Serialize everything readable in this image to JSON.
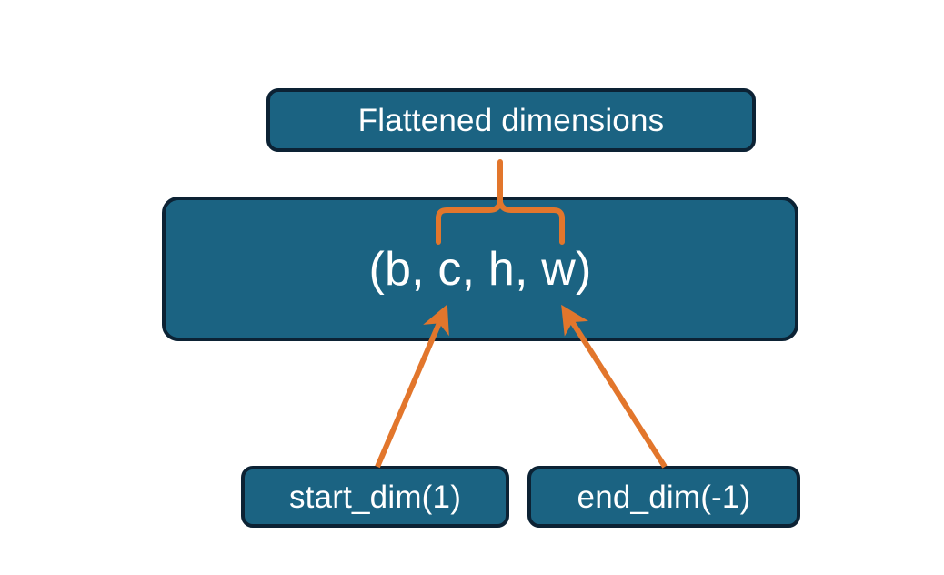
{
  "diagram": {
    "title": "Flatten dimensions diagram",
    "background_color": "#ffffff",
    "node_fill_color": "#1b6382",
    "node_border_color": "#0c2234",
    "node_text_color": "#ffffff",
    "connector_color": "#e2762c",
    "nodes": {
      "flattened": {
        "label": "Flattened dimensions"
      },
      "shape": {
        "label": "(b, c, h, w)"
      },
      "start_dim": {
        "label": "start_dim(1)"
      },
      "end_dim": {
        "label": "end_dim(-1)"
      }
    },
    "connectors": {
      "brace": {
        "name": "curly-brace-over-c-h-w"
      },
      "arrow_start_dim": {
        "name": "arrow-start-dim-to-c"
      },
      "arrow_end_dim": {
        "name": "arrow-end-dim-to-w"
      }
    }
  }
}
